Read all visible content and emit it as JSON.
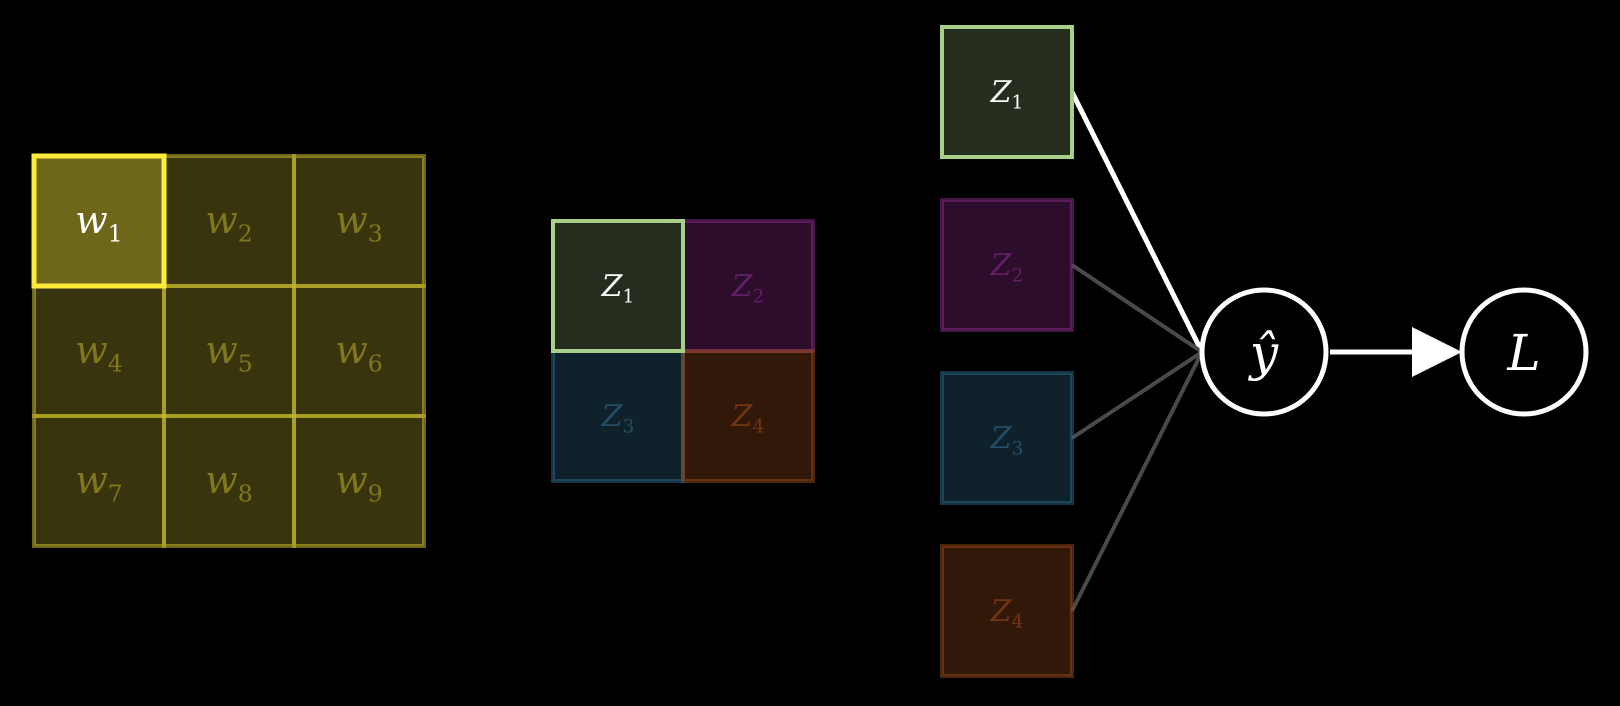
{
  "kernel": {
    "cells": [
      {
        "name": "w",
        "sub": "1",
        "highlighted": true
      },
      {
        "name": "w",
        "sub": "2",
        "highlighted": false
      },
      {
        "name": "w",
        "sub": "3",
        "highlighted": false
      },
      {
        "name": "w",
        "sub": "4",
        "highlighted": false
      },
      {
        "name": "w",
        "sub": "5",
        "highlighted": false
      },
      {
        "name": "w",
        "sub": "6",
        "highlighted": false
      },
      {
        "name": "w",
        "sub": "7",
        "highlighted": false
      },
      {
        "name": "w",
        "sub": "8",
        "highlighted": false
      },
      {
        "name": "w",
        "sub": "9",
        "highlighted": false
      }
    ],
    "color": "#c9b92e",
    "highlight_color": "#ffec3a"
  },
  "feature_map": {
    "cells": [
      {
        "name": "Z",
        "sub": "1",
        "color": "#a8d08a",
        "highlighted": true
      },
      {
        "name": "Z",
        "sub": "2",
        "color": "#8a2a8a",
        "highlighted": false
      },
      {
        "name": "Z",
        "sub": "3",
        "color": "#2e6a8a",
        "highlighted": false
      },
      {
        "name": "Z",
        "sub": "4",
        "color": "#9a4a1a",
        "highlighted": false
      }
    ]
  },
  "flattened": {
    "cells": [
      {
        "name": "Z",
        "sub": "1",
        "color": "#a8d08a",
        "highlighted": true
      },
      {
        "name": "Z",
        "sub": "2",
        "color": "#8a2a8a",
        "highlighted": false
      },
      {
        "name": "Z",
        "sub": "3",
        "color": "#2e6a8a",
        "highlighted": false
      },
      {
        "name": "Z",
        "sub": "4",
        "color": "#9a4a1a",
        "highlighted": false
      }
    ]
  },
  "output_node": {
    "label": "ŷ"
  },
  "loss_node": {
    "label": "L"
  }
}
